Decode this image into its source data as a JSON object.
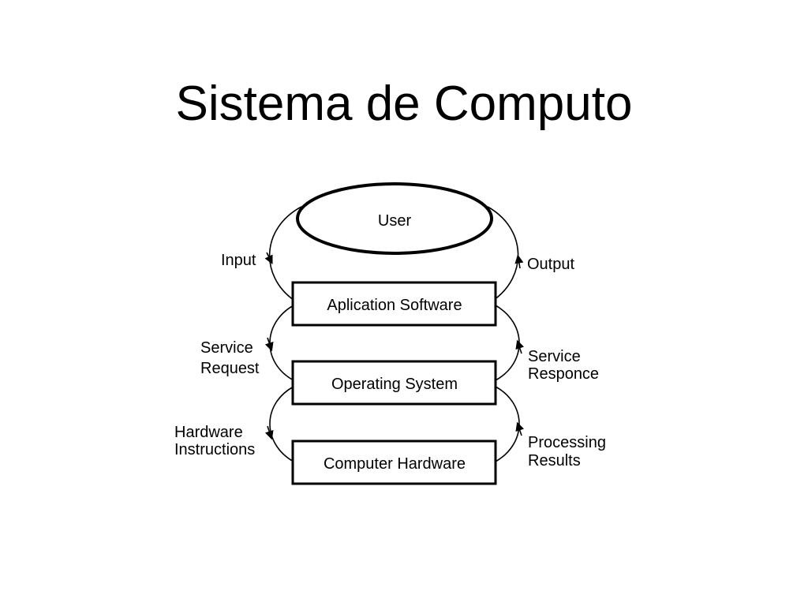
{
  "slide": {
    "title": "Sistema de Computo"
  },
  "diagram": {
    "nodes": {
      "user": "User",
      "app": "Aplication Software",
      "os": "Operating System",
      "hw": "Computer Hardware"
    },
    "labels": {
      "input": "Input",
      "output": "Output",
      "service_request": [
        "Service",
        "Request"
      ],
      "service_response": [
        "Service",
        "Responce"
      ],
      "hardware_instructions": [
        "Hardware",
        "Instructions"
      ],
      "processing_results": [
        "Processing",
        "Results"
      ]
    }
  }
}
